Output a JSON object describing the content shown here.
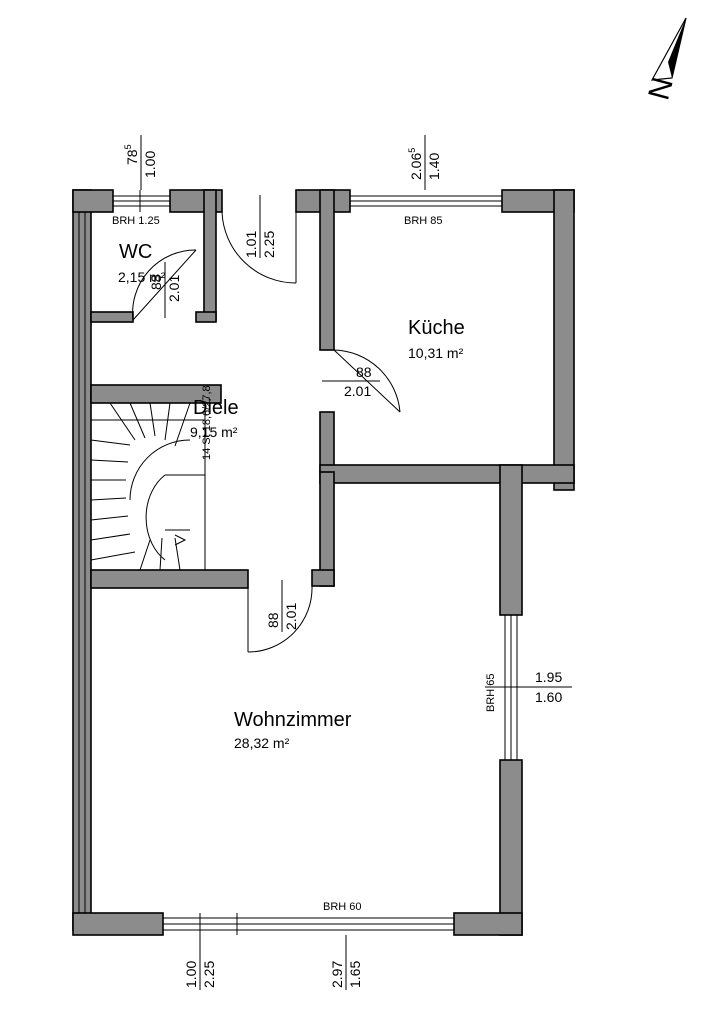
{
  "rooms": {
    "wc": {
      "name": "WC",
      "area": "2,15 m²"
    },
    "kueche": {
      "name": "Küche",
      "area": "10,31 m²"
    },
    "diele": {
      "name": "Diele",
      "area": "9,15 m²"
    },
    "wohnzimmer": {
      "name": "Wohnzimmer",
      "area": "28,32 m²"
    }
  },
  "windows": {
    "wc_top": {
      "brh": "BRH 1.25",
      "width": "78",
      "width_sup": "5",
      "height": "1.00"
    },
    "kueche_top": {
      "brh": "BRH 85",
      "width": "2.06",
      "width_sup": "5",
      "height": "1.40"
    },
    "wohn_right": {
      "brh": "BRH 65",
      "width": "1.95",
      "height": "1.60"
    },
    "wohn_bottom": {
      "brh": "BRH 60"
    },
    "bottom_left": {
      "width": "1.00",
      "height": "2.25"
    },
    "bottom_right": {
      "width": "2.97",
      "height": "1.65"
    }
  },
  "doors": {
    "entrance": {
      "width": "1.01",
      "height": "2.25"
    },
    "wc": {
      "width": "88",
      "height": "2.01"
    },
    "kueche": {
      "width": "88",
      "height": "2.01"
    },
    "wohnzimmer": {
      "width": "88",
      "height": "2.01"
    }
  },
  "stairs": {
    "label": "14 St 18,6/27,8"
  },
  "compass": {
    "label": "N",
    "icon": "north-arrow-icon"
  }
}
